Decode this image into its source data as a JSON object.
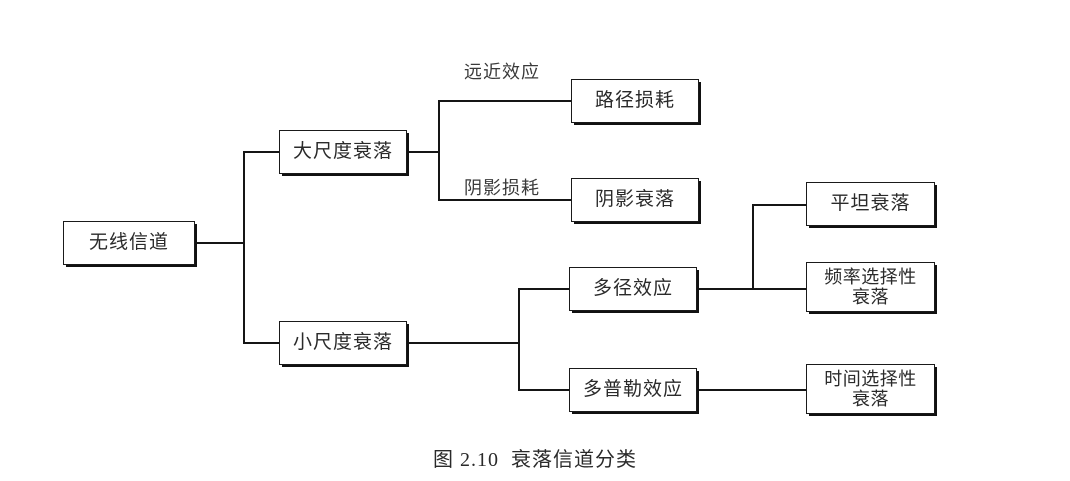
{
  "figure": {
    "caption": "图 2.10  衰落信道分类",
    "background_color": "#ffffff",
    "line_color": "#151515",
    "text_color": "#2a2a2a"
  },
  "nodes": {
    "root": {
      "label": "无线信道"
    },
    "large_scale": {
      "label": "大尺度衰落"
    },
    "small_scale": {
      "label": "小尺度衰落"
    },
    "path_loss": {
      "label": "路径损耗"
    },
    "shadow_fading": {
      "label": "阴影衰落"
    },
    "multipath": {
      "label": "多径效应"
    },
    "doppler": {
      "label": "多普勒效应"
    },
    "flat_fading": {
      "label": "平坦衰落"
    },
    "freq_selective": {
      "line1": "频率选择性",
      "line2": "衰落"
    },
    "time_selective": {
      "line1": "时间选择性",
      "line2": "衰落"
    }
  },
  "edge_labels": {
    "near_far_effect": "远近效应",
    "shadow_loss": "阴影损耗"
  }
}
